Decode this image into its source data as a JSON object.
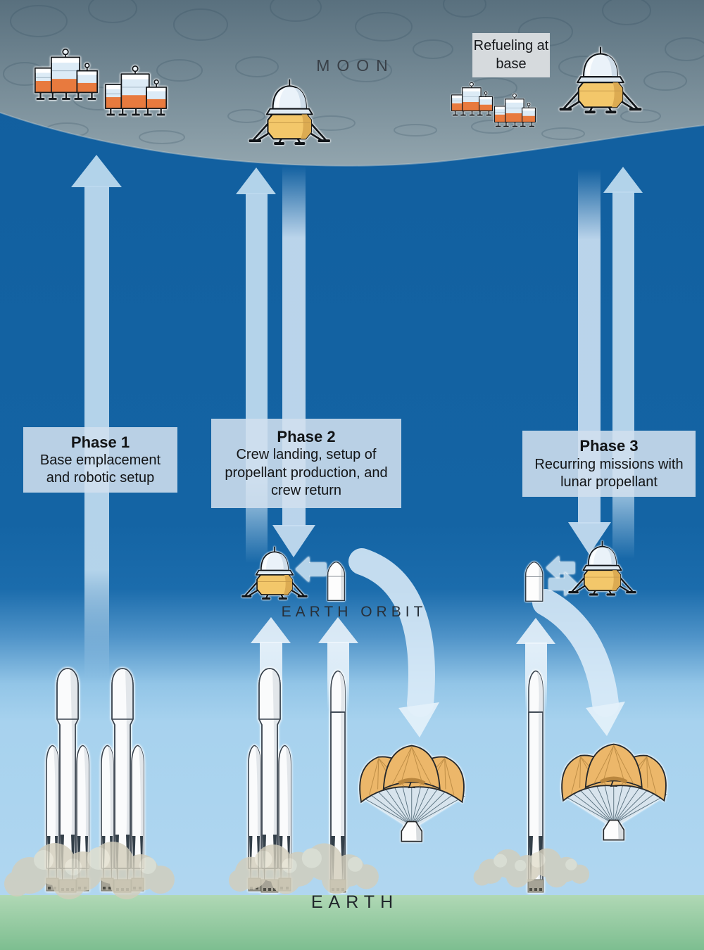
{
  "scene": {
    "regions": {
      "moon": "MOON",
      "earth_orbit": "EARTH ORBIT",
      "earth": "EARTH"
    },
    "annotation": {
      "refueling": "Refueling at base"
    }
  },
  "phases": [
    {
      "title": "Phase 1",
      "description": "Base emplacement and robotic setup"
    },
    {
      "title": "Phase 2",
      "description": "Crew landing, setup of propellant production, and crew return"
    },
    {
      "title": "Phase 3",
      "description": "Recurring missions with lunar propellant"
    }
  ],
  "colors": {
    "space_blue": "#1464a4",
    "sky_blue": "#a9d3ee",
    "moon_gray_top": "#5a7180",
    "moon_gray_bottom": "#93a6ae",
    "ground_green_top": "#b0d8b5",
    "ground_green_bottom": "#7dbe90",
    "arrow_blue": "#bcd9ee",
    "arrow_white": "#edf5fc",
    "phase_box_bg": "#d0dfee",
    "annotation_bg": "#d6dadd",
    "lander_yellow": "#f3c76a",
    "cargo_orange": "#e87a3e",
    "parachute_orange": "#ecb76a"
  },
  "icons": {
    "cargo_module": "stacked cargo containers with antennas",
    "lunar_lander": "dome-topped lander with landing legs",
    "crew_capsule": "white crew capsule",
    "falcon_heavy_rocket": "three-core heavy-lift rocket",
    "single_core_rocket": "single-core rocket",
    "parachute_capsule": "capsule descending under three parachutes",
    "up_arrow": "ascent trajectory arrow",
    "down_arrow": "descent trajectory arrow",
    "curved_arrow": "re-entry trajectory arrow",
    "transfer_arrow": "orbital docking transfer arrow"
  }
}
